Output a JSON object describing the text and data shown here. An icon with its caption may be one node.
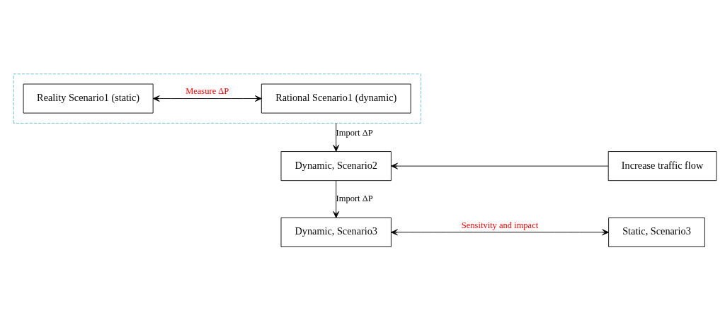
{
  "diagram": {
    "nodes": [
      {
        "text": [],
        "shape": "box"
      },
      {
        "text": [
          "Rational Scenario1 (dynamic)"
        ],
        "in": 0
      },
      {
        "text": [
          "Reality Scenario1 (static)"
        ],
        "in": 0
      },
      {
        "text": [
          "Dynamic, Scenario2"
        ]
      },
      {
        "text": [
          "Increase traffic flow"
        ]
      },
      {
        "text": [
          "Dynamic, Scenario3"
        ]
      },
      {
        "text": [
          "Static, Scenario3"
        ]
      }
    ],
    "edges": [
      {
        "from": 1,
        "to": 2,
        "arrow": "both",
        "label": "Measure ΔP"
      },
      {
        "from": 0,
        "to": 3,
        "arrow": "to",
        "label": "Import ΔP"
      },
      {
        "from": 4,
        "to": 3,
        "arrow": "to"
      },
      {
        "from": 3,
        "to": 5,
        "arrow": "to",
        "label": "Import ΔP"
      },
      {
        "from": 5,
        "to": 6,
        "arrow": "both",
        "label": "Sensitvity and impact"
      }
    ]
  }
}
